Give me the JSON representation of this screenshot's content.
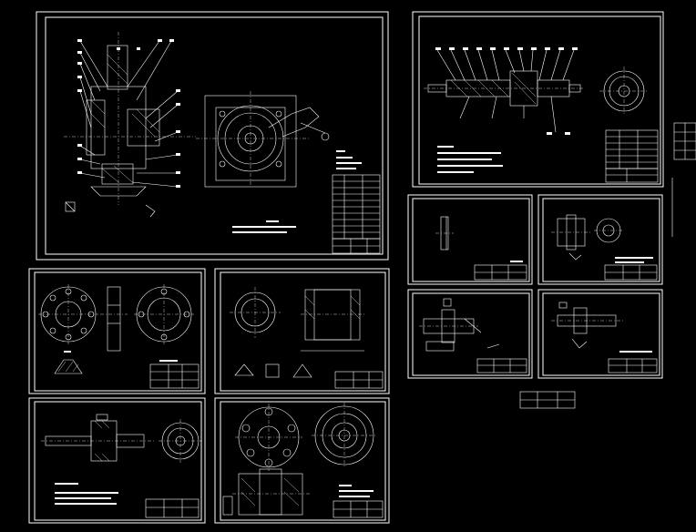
{
  "colors": {
    "background": "#000000",
    "line": "#ffffff"
  },
  "sheets": [
    {
      "id": "assembly-main"
    },
    {
      "id": "assembly-shaft"
    },
    {
      "id": "part-flange"
    },
    {
      "id": "part-ring"
    },
    {
      "id": "part-small-1"
    },
    {
      "id": "part-small-2"
    },
    {
      "id": "part-small-3"
    },
    {
      "id": "part-small-4"
    },
    {
      "id": "part-shaft-gear"
    },
    {
      "id": "part-hub"
    }
  ]
}
